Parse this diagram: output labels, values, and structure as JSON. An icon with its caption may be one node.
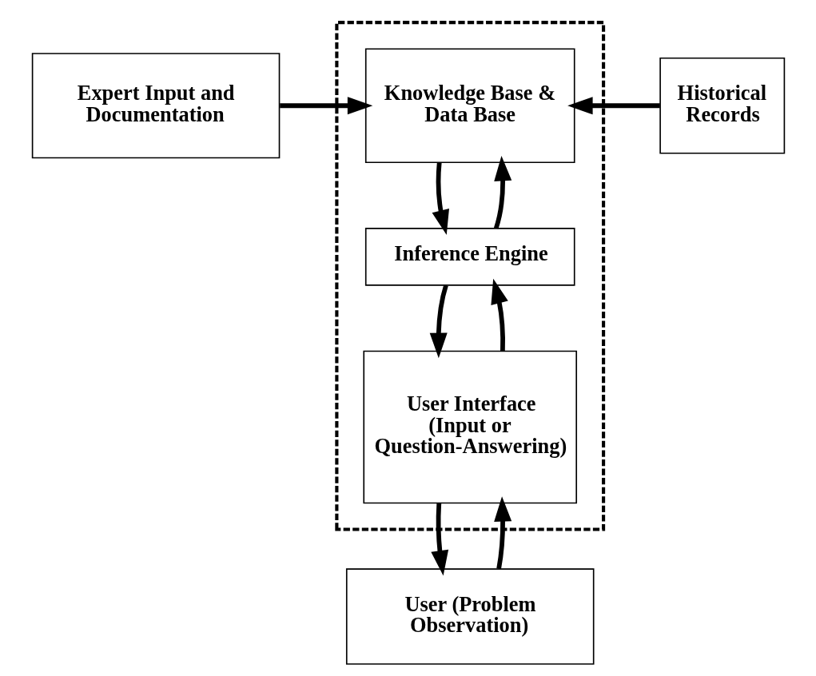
{
  "diagram": {
    "nodes": [
      {
        "text": [
          "Expert Input and Documentation"
        ]
      },
      {
        "text": [],
        "shape": "box"
      },
      {
        "text": [
          "Knowledge Base & Data Base"
        ],
        "in": 1
      },
      {
        "text": [
          "Historical Records"
        ]
      },
      {
        "text": [
          "Inference Engine"
        ],
        "in": 1
      },
      {
        "text": [
          "User Interface (Input or Question-Answering)"
        ],
        "in": 1
      },
      {
        "text": [
          "User (Problem Observation)"
        ]
      }
    ],
    "edges": [
      {
        "from": 0,
        "to": 2,
        "arrow": "to"
      },
      {
        "from": 3,
        "to": 2,
        "arrow": "to"
      },
      {
        "from": 4,
        "to": 2,
        "arrow": "to"
      },
      {
        "from": 2,
        "to": 4,
        "arrow": "to"
      },
      {
        "from": 5,
        "to": 4,
        "arrow": "to"
      },
      {
        "from": 4,
        "to": 5,
        "arrow": "to"
      },
      {
        "from": 6,
        "to": 5,
        "arrow": "to"
      },
      {
        "from": 5,
        "to": 6,
        "arrow": "to"
      }
    ]
  }
}
